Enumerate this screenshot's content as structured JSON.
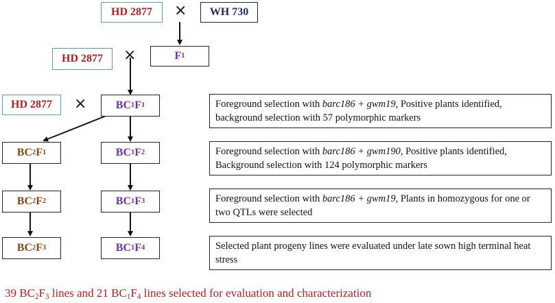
{
  "parents": {
    "recurrent": "HD 2877",
    "donor": "WH 730",
    "cross_symbol": "×"
  },
  "generations": {
    "f1": {
      "base": "F",
      "sub": "1"
    },
    "bc1f1": {
      "a": "BC",
      "a_sub": "1",
      "b": "F",
      "b_sub": "1"
    },
    "bc1f2": {
      "a": "BC",
      "a_sub": "1",
      "b": "F",
      "b_sub": "2"
    },
    "bc1f3": {
      "a": "BC",
      "a_sub": "1",
      "b": "F",
      "b_sub": "3"
    },
    "bc1f4": {
      "a": "BC",
      "a_sub": "1",
      "b": "F",
      "b_sub": "4"
    },
    "bc2f1": {
      "a": "BC",
      "a_sub": "2",
      "b": "F",
      "b_sub": "1"
    },
    "bc2f2": {
      "a": "BC",
      "a_sub": "2",
      "b": "F",
      "b_sub": "2"
    },
    "bc2f3": {
      "a": "BC",
      "a_sub": "2",
      "b": "F",
      "b_sub": "3"
    }
  },
  "notes": [
    {
      "pre": "Foreground selection with ",
      "em": "barc186 + gwm19",
      "post": ", Positive plants identified,  background selection with 57 polymorphic markers"
    },
    {
      "pre": "Foreground selection with ",
      "em": "barc186 + gwm190",
      "post": ", Positive plants identified, Background selection with 124 polymorphic markers"
    },
    {
      "pre": "Foreground selection with ",
      "em": "barc186 + gwm19",
      "post": ", Plants in homozygous for one or two QTLs were selected"
    },
    {
      "pre": "",
      "em": "",
      "post": "Selected plant progeny lines were evaluated under late sown high terminal heat stress"
    }
  ],
  "footer": {
    "t1": "39 BC",
    "s1": "2",
    "t2": "F",
    "s2": "3",
    "t3": " lines and 21 BC",
    "s3": "1",
    "t4": "F",
    "s4": "4",
    "t5": " lines selected for evaluation and characterization"
  }
}
